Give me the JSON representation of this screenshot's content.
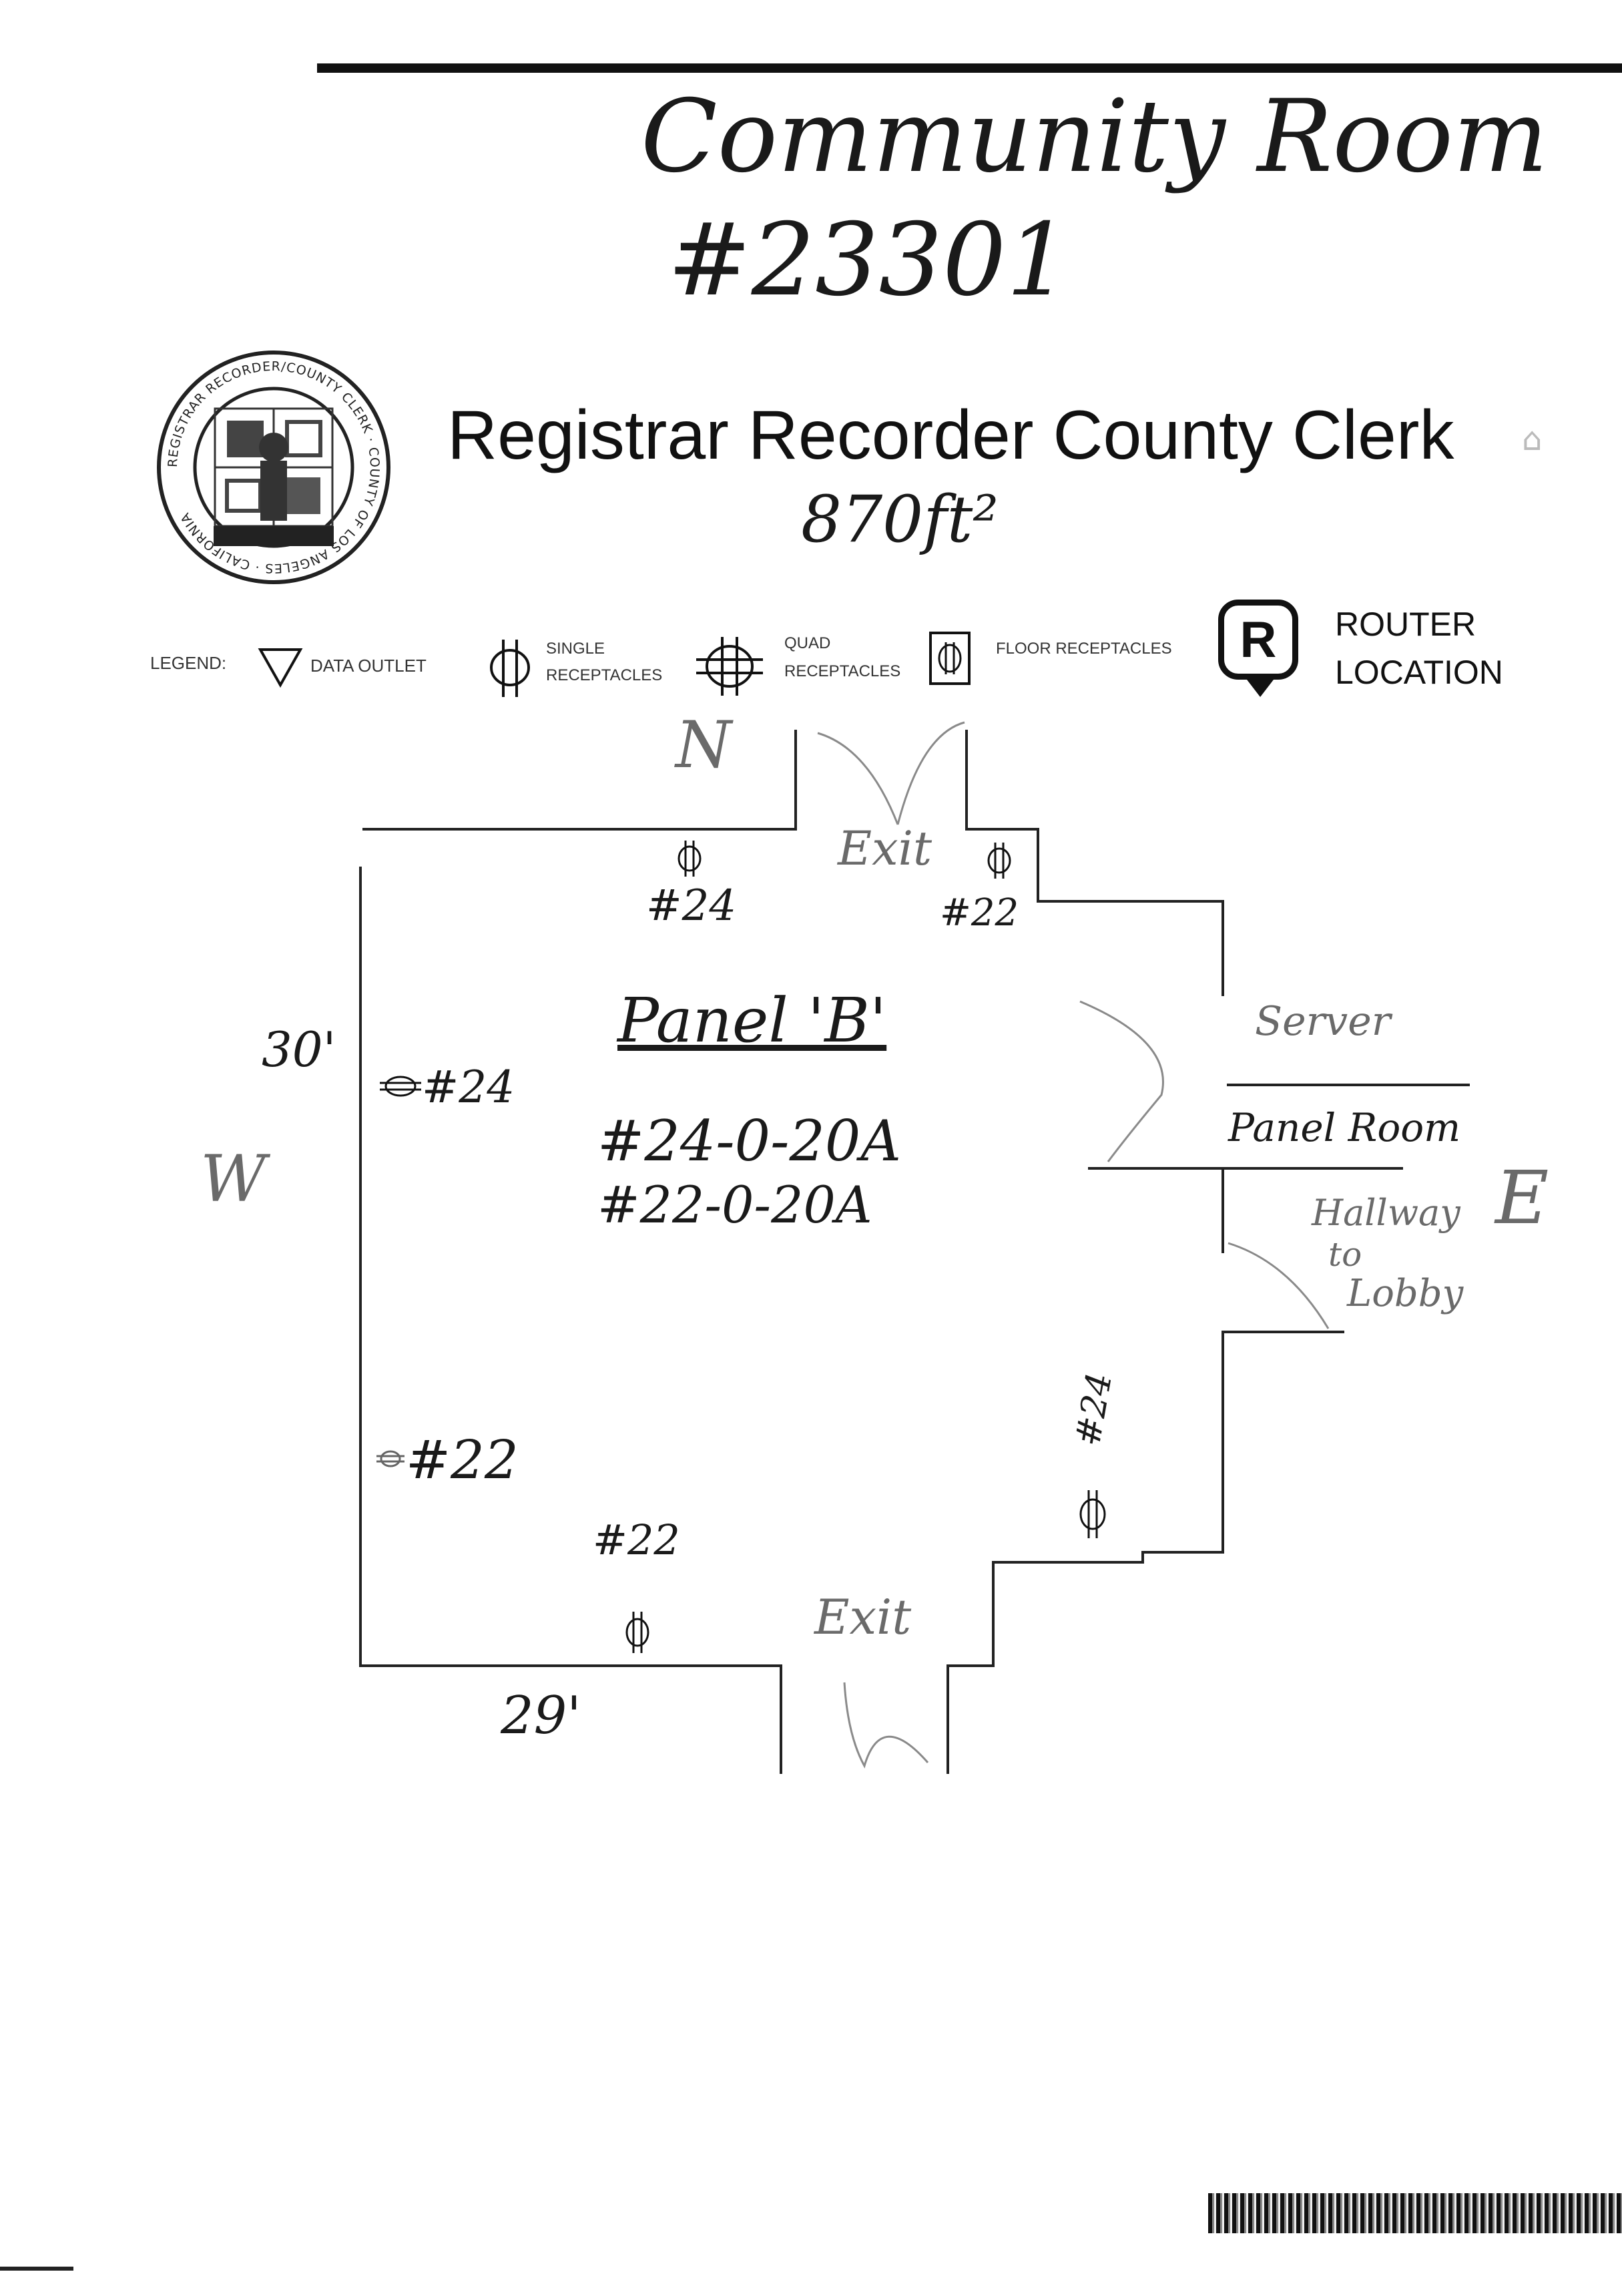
{
  "header": {
    "title_line1": "Community Room",
    "title_line2": "#23301",
    "org_name": "Registrar Recorder County Clerk",
    "area": "870ft²"
  },
  "seal": {
    "ring_text": "REGISTRAR RECORDER/COUNTY CLERK · COUNTY OF LOS ANGELES · CALIFORNIA"
  },
  "legend": {
    "label": "LEGEND:",
    "data_outlet": "DATA OUTLET",
    "single_line1": "SINGLE",
    "single_line2": "RECEPTACLES",
    "quad_line1": "QUAD",
    "quad_line2": "RECEPTACLES",
    "floor": "FLOOR RECEPTACLES",
    "router_icon": "R",
    "router_line1": "ROUTER",
    "router_line2": "LOCATION"
  },
  "compass": {
    "north": "N",
    "west": "W",
    "east": "E"
  },
  "dimensions": {
    "west_wall": "30'",
    "south_wall": "29'"
  },
  "plan_labels": {
    "exit_north": "Exit",
    "exit_south": "Exit",
    "north_outlet_left": "#24",
    "north_outlet_right": "#22",
    "west_outlet_upper": "#24",
    "west_outlet_lower": "#22",
    "south_outlet": "#22",
    "east_outlet": "#24",
    "server": "Server",
    "panel_room": "Panel Room",
    "hallway_1": "Hallway",
    "hallway_2": "to",
    "hallway_3": "Lobby"
  },
  "panel": {
    "heading": "Panel 'B'",
    "circuit_1": "#24-0-20A",
    "circuit_2": "#22-0-20A"
  },
  "colors": {
    "ink": "#111111",
    "pencil": "#6a6a6a"
  }
}
